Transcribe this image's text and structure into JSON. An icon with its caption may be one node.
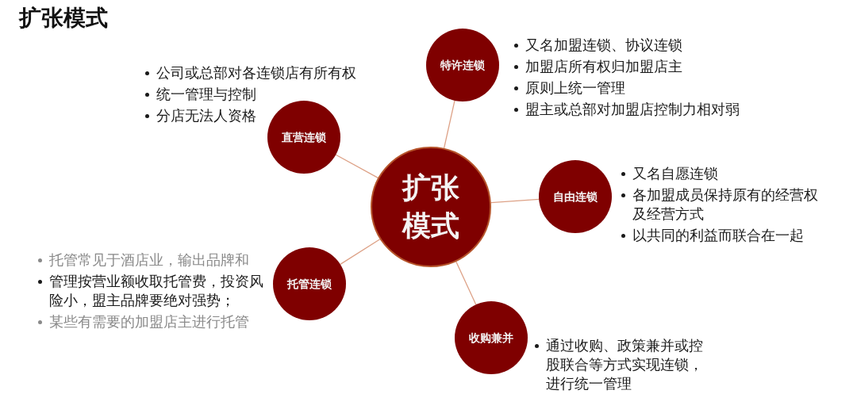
{
  "diagram": {
    "title": "扩张模式",
    "nodes": [
      {
        "text": [
          "扩张模式"
        ]
      },
      {
        "text": [
          "特许连锁"
        ],
        "beside": [
          "又名加盟连锁、协议连锁",
          "加盟店所有权归加盟店主",
          "原则上统一管理",
          "盟主或总部对加盟店控制力相对弱"
        ]
      },
      {
        "text": [
          "直营连锁"
        ],
        "beside": [
          "公司或总部对各连锁店有所有权",
          "统一管理与控制",
          "分店无法人资格"
        ]
      },
      {
        "text": [
          "自由连锁"
        ],
        "beside": [
          "又名自愿连锁",
          "各加盟成员保持原有的经营权及经营方式",
          "以共同的利益而联合在一起"
        ]
      },
      {
        "text": [
          "托管连锁"
        ],
        "beside": [
          "托管常见于酒店业，输出品牌和",
          "管理按营业额收取托管费，投资风险小，盟主品牌要绝对强势；",
          "某些有需要的加盟店主进行托管"
        ]
      },
      {
        "text": [
          "收购兼并"
        ],
        "beside": [
          "通过收购、政策兼并或控股联合等方式实现连锁，进行统一管理"
        ]
      }
    ],
    "edges": [
      {
        "from": 0,
        "to": 1,
        "arrow": "none"
      },
      {
        "from": 0,
        "to": 2,
        "arrow": "none"
      },
      {
        "from": 0,
        "to": 3,
        "arrow": "none"
      },
      {
        "from": 0,
        "to": 4,
        "arrow": "none"
      },
      {
        "from": 0,
        "to": 5,
        "arrow": "none"
      }
    ]
  }
}
